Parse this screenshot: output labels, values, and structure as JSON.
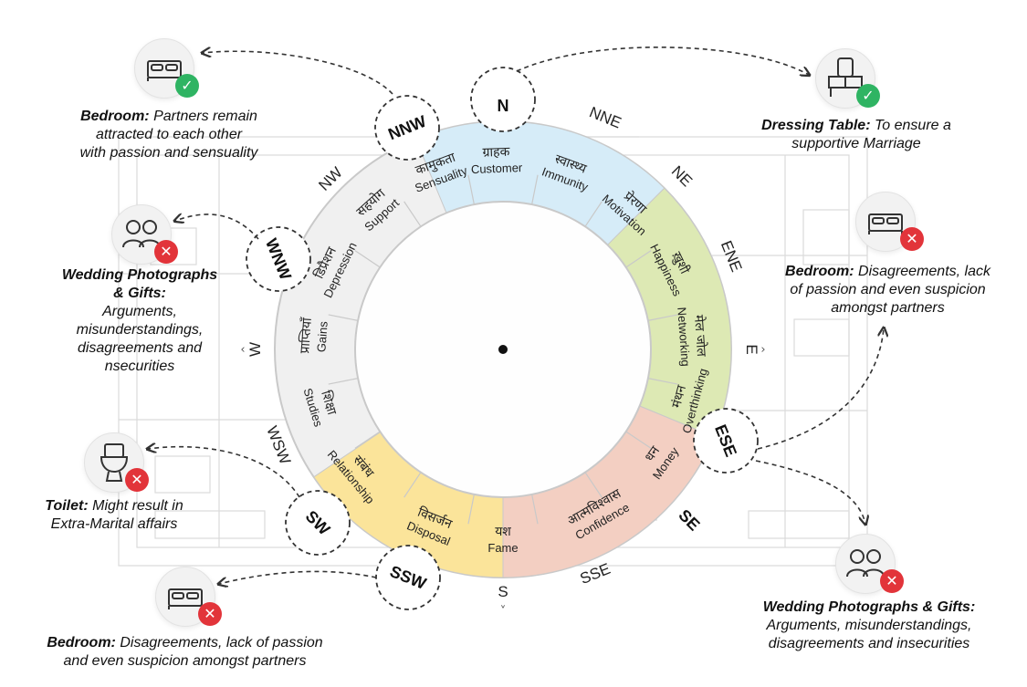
{
  "directions_outer": {
    "n": "N",
    "nne": "NNE",
    "ne": "NE",
    "ene": "ENE",
    "e": "E",
    "ese": "ESE",
    "se": "SE",
    "sse": "SSE",
    "s": "S",
    "ssw": "SSW",
    "sw": "SW",
    "wsw": "WSW",
    "w": "W",
    "wnw": "WNW",
    "nw": "NW",
    "nnw": "NNW"
  },
  "zones": [
    {
      "hi": "ग्राहक",
      "en": "Customer"
    },
    {
      "hi": "स्वास्थ्य",
      "en": "Immunity"
    },
    {
      "hi": "प्रेरणा",
      "en": "Motivation"
    },
    {
      "hi": "ख़ुशी",
      "en": "Happiness"
    },
    {
      "hi": "मेल जोल",
      "en": "Networking"
    },
    {
      "hi": "मंथन",
      "en": "Overthinking"
    },
    {
      "hi": "धन",
      "en": "Money"
    },
    {
      "hi": "आत्मविश्वास",
      "en": "Confidence"
    },
    {
      "hi": "यश",
      "en": "Fame"
    },
    {
      "hi": "विसर्जन",
      "en": "Disposal"
    },
    {
      "hi": "संबंध",
      "en": "Relationship"
    },
    {
      "hi": "शिक्षा",
      "en": "Studies"
    },
    {
      "hi": "प्राप्तियाँ",
      "en": "Gains"
    },
    {
      "hi": "डिप्रैशन",
      "en": "Depression"
    },
    {
      "hi": "सहयोग",
      "en": "Support"
    },
    {
      "hi": "कामुकता",
      "en": "Sensuality"
    }
  ],
  "colors": {
    "north": "#d6ecf8",
    "east": "#dde9b4",
    "south_east": "#f3cfc2",
    "south": "#fbe49a",
    "ring": "#f0f0f0",
    "ring_border": "#c9c9c9",
    "ok": "#2fb463",
    "bad": "#e2343a"
  },
  "icons": {
    "bedroom_nnw": "bed-icon",
    "dressing_nne": "dressing-table-icon",
    "bedroom_ene": "bed-icon",
    "wedding_wnw": "couple-icon",
    "toilet_wsw": "toilet-icon",
    "bedroom_ssw": "bed-icon",
    "wedding_se": "couple-icon"
  },
  "captions": {
    "bedroom_nnw": {
      "title": "Bedroom:",
      "l1": "Partners remain",
      "l2": "attracted to each other",
      "l3": "with passion and sensuality"
    },
    "dressing": {
      "title": "Dressing Table:",
      "l1": "To ensure a",
      "l2": "supportive Marriage"
    },
    "bedroom_ene": {
      "title": "Bedroom:",
      "l1": "Disagreements, lack",
      "l2": "of passion and even suspicion",
      "l3": "amongst partners"
    },
    "wedding_wnw": {
      "title1": "Wedding Photographs",
      "title2": "& Gifts:",
      "l1": "Arguments,",
      "l2": "misunderstandings,",
      "l3": "disagreements and",
      "l4": "nsecurities"
    },
    "toilet": {
      "title": "Toilet:",
      "l1": "Might result in",
      "l2": "Extra-Marital affairs"
    },
    "bedroom_ssw": {
      "title": "Bedroom:",
      "l1": "Disagreements, lack of passion",
      "l2": "and even suspicion amongst partners"
    },
    "wedding_se": {
      "title": "Wedding Photographs & Gifts:",
      "l1": "Arguments, misunderstandings,",
      "l2": "disagreements and insecurities"
    }
  }
}
